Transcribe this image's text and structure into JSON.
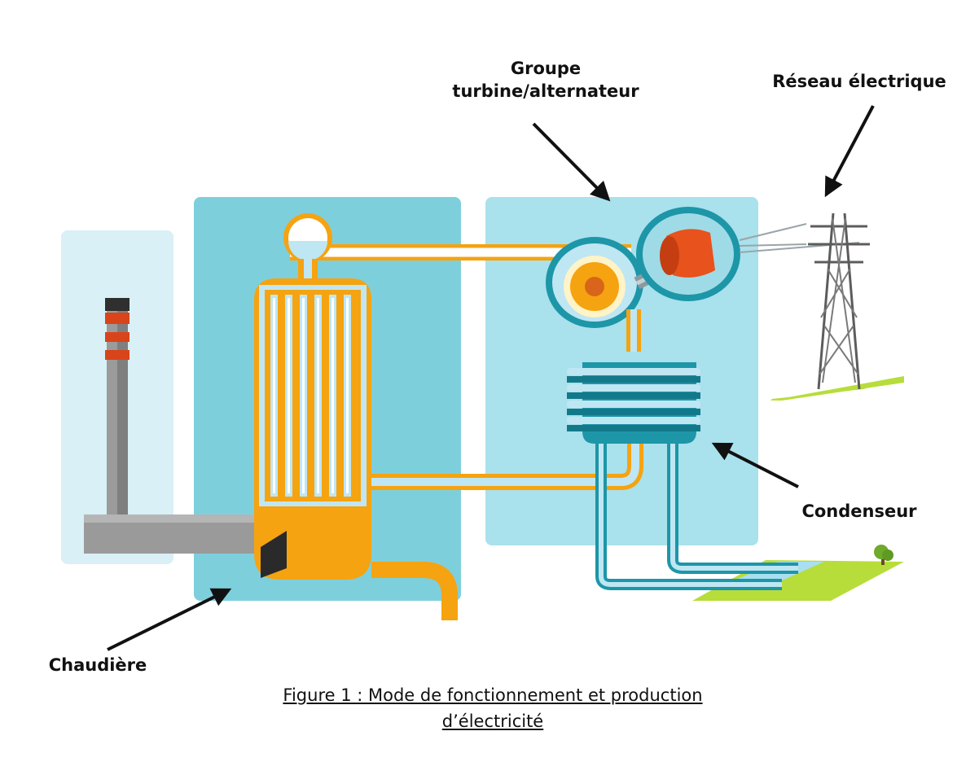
{
  "labels": {
    "turbine_group": [
      "Groupe",
      "turbine/alternateur"
    ],
    "power_grid": "Réseau électrique",
    "condenser": "Condenseur",
    "boiler": "Chaudière"
  },
  "caption": [
    "Figure 1 : Mode de fonctionnement et production",
    "d’électricité"
  ],
  "colors": {
    "panel_light": "#d8f0f6",
    "panel_teal": "#7ecfdc",
    "panel_right": "#a9e1ec",
    "boiler_orange": "#f5a310",
    "steam_blue": "#bfe6f3",
    "machine_teal": "#1d96a8",
    "alternator_red": "#e8521c",
    "grass_green": "#b7dd3a",
    "arrow": "#111111"
  },
  "icons": [
    "chimney-icon",
    "boiler-icon",
    "turbine-icon",
    "alternator-icon",
    "pylon-icon",
    "condenser-icon",
    "river-icon",
    "tree-icon"
  ]
}
